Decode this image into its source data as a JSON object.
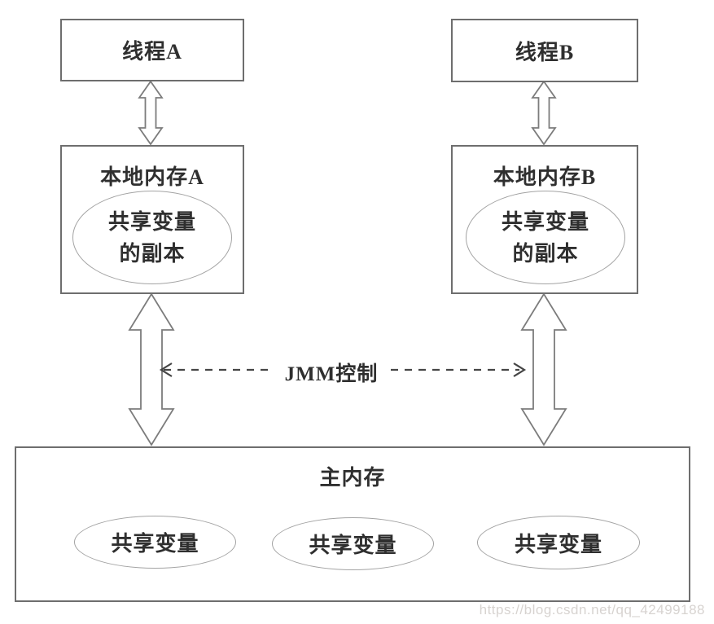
{
  "diagram": {
    "thread_a_label": "线程A",
    "thread_b_label": "线程B",
    "local_memory_a": {
      "title": "本地内存A",
      "copy_line1": "共享变量",
      "copy_line2": "的副本"
    },
    "local_memory_b": {
      "title": "本地内存B",
      "copy_line1": "共享变量",
      "copy_line2": "的副本"
    },
    "jmm_control_label": "JMM控制",
    "main_memory": {
      "title": "主内存",
      "shared_vars": [
        "共享变量",
        "共享变量",
        "共享变量"
      ]
    },
    "watermark": "https://blog.csdn.net/qq_42499188",
    "colors": {
      "bg": "#ffffff",
      "box_border": "#6e6e6e",
      "ellipse_border": "#a3a3a3",
      "arrow_stroke": "#7c7c7c",
      "dashed_arrow": "#454545",
      "text": "#2f2f2f",
      "watermark": "#d7d3d0"
    }
  }
}
